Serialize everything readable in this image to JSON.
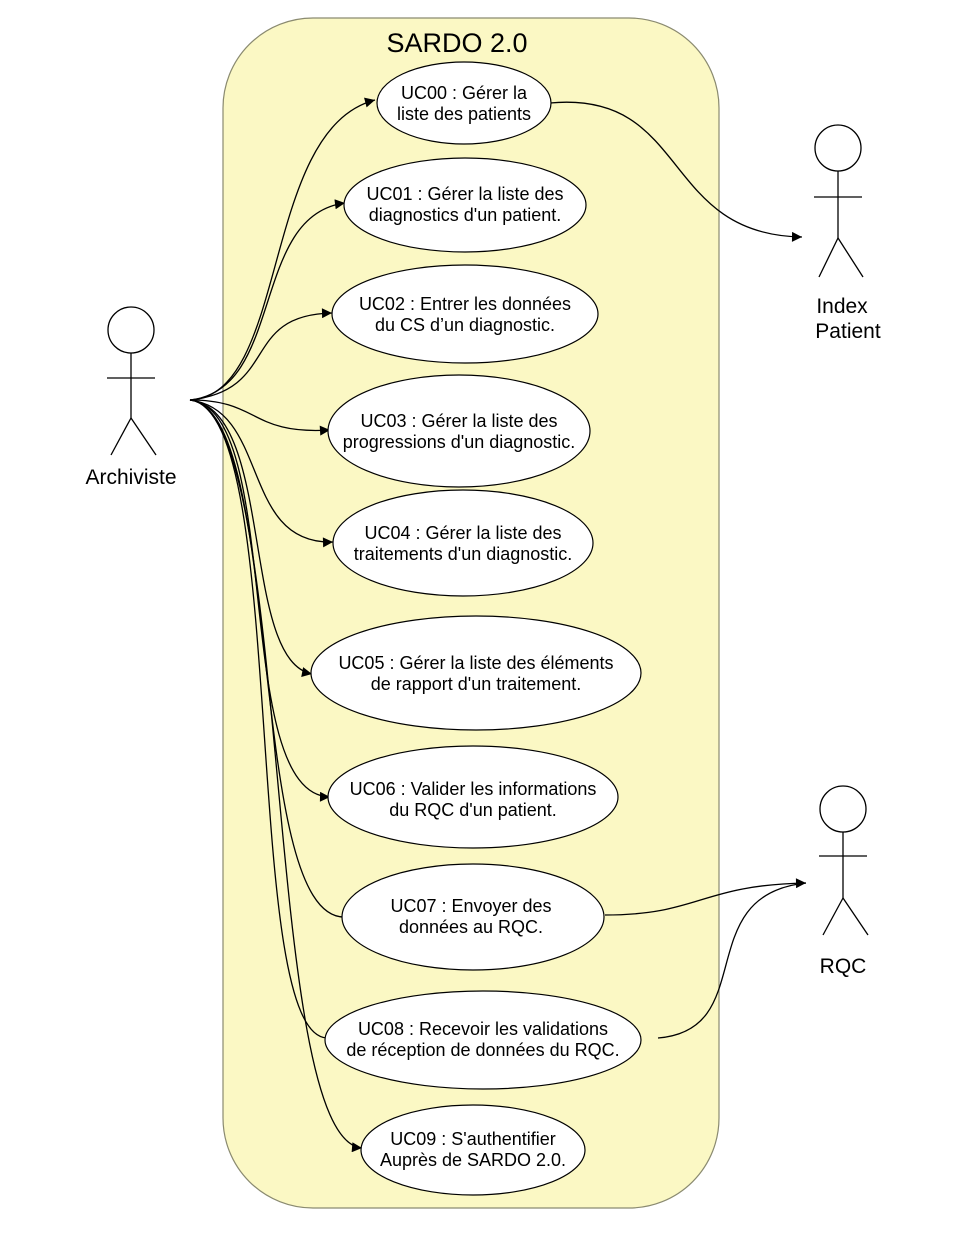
{
  "system": {
    "title": "SARDO 2.0"
  },
  "actors": [
    {
      "id": "archiviste",
      "lines": [
        "Archiviste"
      ]
    },
    {
      "id": "index-patient",
      "lines": [
        "Index",
        "Patient"
      ]
    },
    {
      "id": "rqc",
      "lines": [
        "RQC"
      ]
    }
  ],
  "use_cases": [
    {
      "id": "UC00",
      "lines": [
        "UC00 : Gérer la",
        "liste des patients"
      ]
    },
    {
      "id": "UC01",
      "lines": [
        "UC01 : Gérer la liste des",
        "diagnostics d'un patient."
      ]
    },
    {
      "id": "UC02",
      "lines": [
        "UC02 : Entrer les données",
        "du CS d’un diagnostic."
      ]
    },
    {
      "id": "UC03",
      "lines": [
        "UC03 : Gérer la liste des",
        "progressions d'un diagnostic."
      ]
    },
    {
      "id": "UC04",
      "lines": [
        "UC04 : Gérer la liste des",
        "traitements d'un diagnostic."
      ]
    },
    {
      "id": "UC05",
      "lines": [
        "UC05 : Gérer la liste des éléments",
        "de rapport d'un traitement."
      ]
    },
    {
      "id": "UC06",
      "lines": [
        "UC06 : Valider les informations",
        "du RQC d'un patient."
      ]
    },
    {
      "id": "UC07",
      "lines": [
        "UC07 : Envoyer des",
        "données au RQC."
      ]
    },
    {
      "id": "UC08",
      "lines": [
        "UC08 : Recevoir les validations",
        "de réception de données du RQC."
      ]
    },
    {
      "id": "UC09",
      "lines": [
        "UC09 : S'authentifier",
        "Auprès de SARDO 2.0."
      ]
    }
  ],
  "associations": [
    {
      "from": "archiviste",
      "to": "UC00"
    },
    {
      "from": "archiviste",
      "to": "UC01"
    },
    {
      "from": "archiviste",
      "to": "UC02"
    },
    {
      "from": "archiviste",
      "to": "UC03"
    },
    {
      "from": "archiviste",
      "to": "UC04"
    },
    {
      "from": "archiviste",
      "to": "UC05"
    },
    {
      "from": "archiviste",
      "to": "UC06"
    },
    {
      "from": "archiviste",
      "to": "UC07"
    },
    {
      "from": "archiviste",
      "to": "UC08"
    },
    {
      "from": "archiviste",
      "to": "UC09"
    },
    {
      "from": "UC00",
      "to": "index-patient"
    },
    {
      "from": "UC07",
      "to": "rqc"
    },
    {
      "from": "UC08",
      "to": "rqc"
    }
  ]
}
